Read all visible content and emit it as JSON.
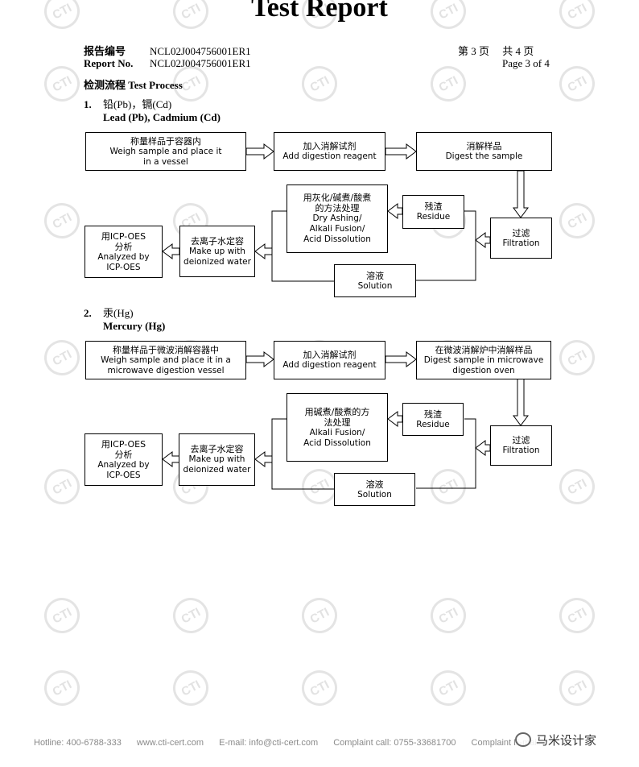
{
  "header": {
    "title": "Test Report",
    "report_label_cn": "报告编号",
    "report_label_en": "Report No.",
    "report_no_cn": "NCL02J004756001ER1",
    "report_no_en": "NCL02J004756001ER1",
    "page_cn": "第 3 页　 共 4 页",
    "page_en": "Page 3 of 4"
  },
  "section": {
    "heading_cn": "检测流程",
    "heading_en": "Test Process"
  },
  "process1": {
    "num": "1.",
    "title_cn": "铅(Pb)，镉(Cd)",
    "title_en": "Lead (Pb), Cadmium (Cd)",
    "boxes": {
      "weigh": [
        "称量样品于容器内",
        "Weigh sample and place it",
        "in a vessel"
      ],
      "reagent": [
        "加入消解试剂",
        "Add digestion reagent"
      ],
      "digest": [
        "消解样品",
        "Digest the sample"
      ],
      "filtration": [
        "过滤",
        "Filtration"
      ],
      "residue": [
        "残渣",
        "Residue"
      ],
      "treat": [
        "用灰化/碱煮/酸煮",
        "的方法处理",
        "Dry Ashing/",
        "Alkali Fusion/",
        "Acid Dissolution"
      ],
      "solution": [
        "溶液",
        "Solution"
      ],
      "makeup": [
        "去离子水定容",
        "Make up with",
        "deionized water"
      ],
      "analyze": [
        "用ICP-OES",
        "分析",
        "Analyzed by",
        "ICP-OES"
      ]
    }
  },
  "process2": {
    "num": "2.",
    "title_cn": "汞(Hg)",
    "title_en": "Mercury (Hg)",
    "boxes": {
      "weigh": [
        "称量样品于微波消解容器中",
        "Weigh sample and place it in a",
        "microwave digestion vessel"
      ],
      "reagent": [
        "加入消解试剂",
        "Add digestion reagent"
      ],
      "digest": [
        "在微波消解炉中消解样品",
        "Digest sample in microwave",
        "digestion oven"
      ],
      "filtration": [
        "过滤",
        "Filtration"
      ],
      "residue": [
        "残渣",
        "Residue"
      ],
      "treat": [
        "用碱煮/酸煮的方",
        "法处理",
        "Alkali Fusion/",
        "Acid Dissolution"
      ],
      "solution": [
        "溶液",
        "Solution"
      ],
      "makeup": [
        "去离子水定容",
        "Make up with",
        "deionized water"
      ],
      "analyze": [
        "用ICP-OES",
        "分析",
        "Analyzed by",
        "ICP-OES"
      ]
    }
  },
  "watermark": {
    "text": "CTI"
  },
  "footer": {
    "hotline": "Hotline: 400-6788-333",
    "website": "www.cti-cert.com",
    "email": "E-mail: info@cti-cert.com",
    "complaint_call": "Complaint call: 0755-33681700",
    "complaint_email": "Complaint E-mail:",
    "brand": "马米设计家"
  }
}
